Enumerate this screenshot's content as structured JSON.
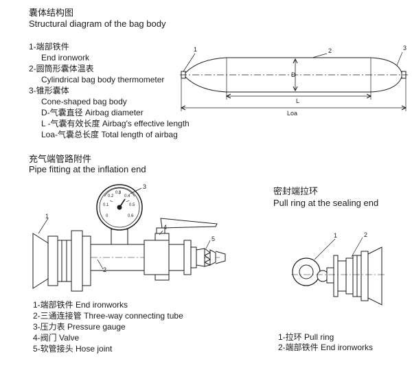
{
  "section_body": {
    "title_cn": "囊体结构图",
    "title_en": "Structural diagram of the bag body",
    "legend": [
      "1-端部铁件",
      "End ironwork",
      "2-圆筒形囊体温表",
      "Cylindrical bag body thermometer",
      "3-锥形囊体",
      "Cone-shaped bag body",
      "D-气囊直径  Airbag diameter",
      "L -气囊有效长度  Airbag's effective length",
      "Loa-气囊总长度  Total length of airbag"
    ],
    "callouts": [
      "1",
      "2",
      "3"
    ],
    "dims": {
      "diameter": "D",
      "effective_length": "L",
      "total_length": "Loa"
    }
  },
  "section_pipe": {
    "title_cn": "充气端管路附件",
    "title_en": "Pipe fitting at the inflation end",
    "legend": [
      "1-端部铁件  End ironworks",
      "2-三通连接管  Three-way connecting tube",
      "3-压力表  Pressure gauge",
      "4-阀门  Valve",
      "5-软管接头  Hose joint"
    ],
    "callouts": [
      "1",
      "2",
      "3",
      "4",
      "5"
    ],
    "gauge_scale": [
      "0",
      "0.1",
      "0.2",
      "0.3",
      "0.4",
      "0.5",
      "0.6"
    ]
  },
  "section_ring": {
    "title_cn": "密封端拉环",
    "title_en": "Pull ring at the sealing end",
    "legend": [
      "1-拉环  Pull ring",
      "2-端部铁件  End ironworks"
    ],
    "callouts": [
      "1",
      "2"
    ]
  }
}
